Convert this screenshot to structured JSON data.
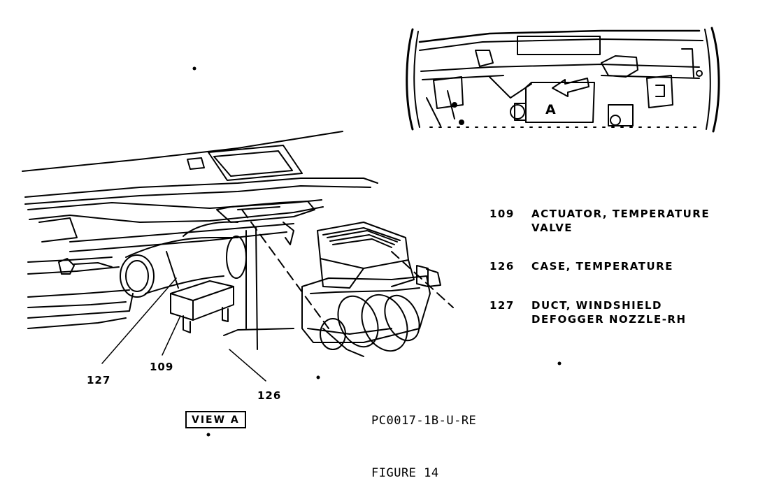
{
  "callouts": {
    "c127": "127",
    "c109": "109",
    "c126": "126",
    "view_a_marker": "A"
  },
  "view_label": "VIEW A",
  "legend": [
    {
      "number": "109",
      "line1": "ACTUATOR, TEMPERATURE",
      "line2": "VALVE"
    },
    {
      "number": "126",
      "line1": "CASE, TEMPERATURE",
      "line2": ""
    },
    {
      "number": "127",
      "line1": "DUCT, WINDSHIELD",
      "line2": "DEFOGGER NOZZLE-RH"
    }
  ],
  "drawing_code": "PC0017-1B-U-RE",
  "figure_caption": "FIGURE 14"
}
